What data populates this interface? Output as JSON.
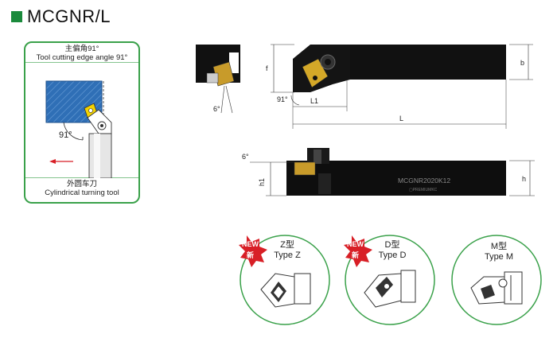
{
  "title": "MCGNR/L",
  "panel": {
    "header_zh": "主偏角91°",
    "header_en": "Tool cutting edge angle 91°",
    "angle": "91°",
    "footer_zh": "外圆车刀",
    "footer_en": "Cylindrical turning tool"
  },
  "top_view": {
    "angle_6": "6°",
    "angle_91": "91°",
    "label_f": "f",
    "label_L1": "L1",
    "label_L": "L",
    "label_b": "b"
  },
  "side_view": {
    "angle_6": "6°",
    "label_h1": "h1",
    "label_h": "h",
    "engraving": "MCGNR2020K12",
    "engraving_small": "▢PREMIUMKC"
  },
  "types": [
    {
      "zh": "Z型",
      "en": "Type Z",
      "badge_en": "NEW",
      "badge_zh": "新"
    },
    {
      "zh": "D型",
      "en": "Type D",
      "badge_en": "NEW",
      "badge_zh": "新"
    },
    {
      "zh": "M型",
      "en": "Type M"
    }
  ],
  "colors": {
    "accent_green": "#1b8a3c",
    "insert_yellow": "#f3d200",
    "badge_red": "#d81f26",
    "workpiece_blue": "#2f6fb6"
  }
}
